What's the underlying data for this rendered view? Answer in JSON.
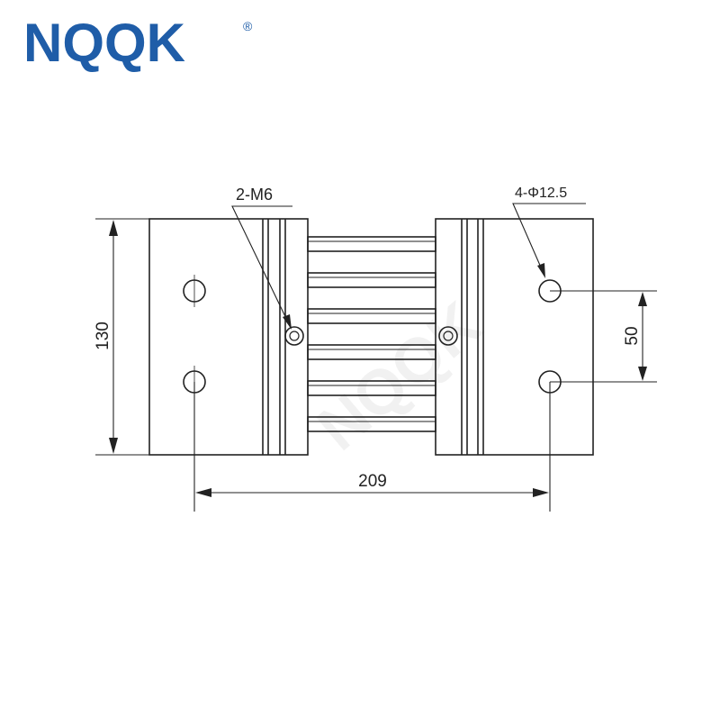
{
  "brand": {
    "logo_text": "NQQK",
    "registered_mark": "®",
    "color": "#1f5da8"
  },
  "drawing": {
    "line_color": "#222222",
    "callouts": {
      "screw": "2-M6",
      "holes": "4-Φ12.5"
    },
    "dimensions": {
      "height": "130",
      "hole_spacing": "50",
      "hole_center_distance": "209"
    }
  }
}
